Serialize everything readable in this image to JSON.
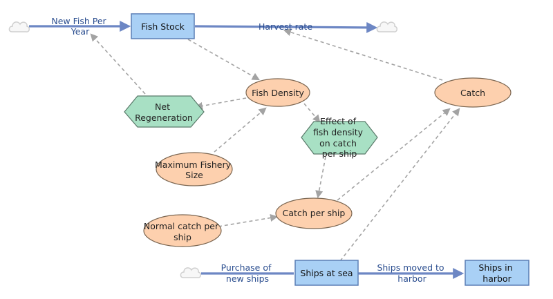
{
  "diagram": {
    "stocks": {
      "fish_stock": "Fish Stock",
      "ships_at_sea": "Ships at sea",
      "ships_in_harbor": [
        "Ships in",
        "harbor"
      ]
    },
    "flows": {
      "new_fish_per_year": [
        "New Fish Per",
        "Year"
      ],
      "harvest_rate": "Harvest rate",
      "purchase_of_new_ships": [
        "Purchase of",
        "new ships"
      ],
      "ships_moved_to_harbor": [
        "Ships moved to",
        "harbor"
      ]
    },
    "variables": {
      "fish_density": "Fish Density",
      "catch": "Catch",
      "net_regeneration": [
        "Net",
        "Regeneration"
      ],
      "effect_of_fish_density": [
        "Effect of",
        "fish density",
        "on catch",
        "per ship"
      ],
      "maximum_fishery_size": [
        "Maximum Fishery",
        "Size"
      ],
      "catch_per_ship": "Catch per ship",
      "normal_catch_per_ship": [
        "Normal catch per",
        "ship"
      ]
    },
    "colors": {
      "stock_fill": "#a9d0f5",
      "stock_stroke": "#5b7fb5",
      "flow": "#6d87c4",
      "flow_text": "#2a4d8f",
      "variable_fill": "#fdd0ae",
      "variable_stroke": "#7a6550",
      "converter_fill": "#a8e0c4",
      "converter_stroke": "#5a7a6a",
      "link": "#a3a3a3",
      "cloud": "#cfcfcf"
    }
  }
}
